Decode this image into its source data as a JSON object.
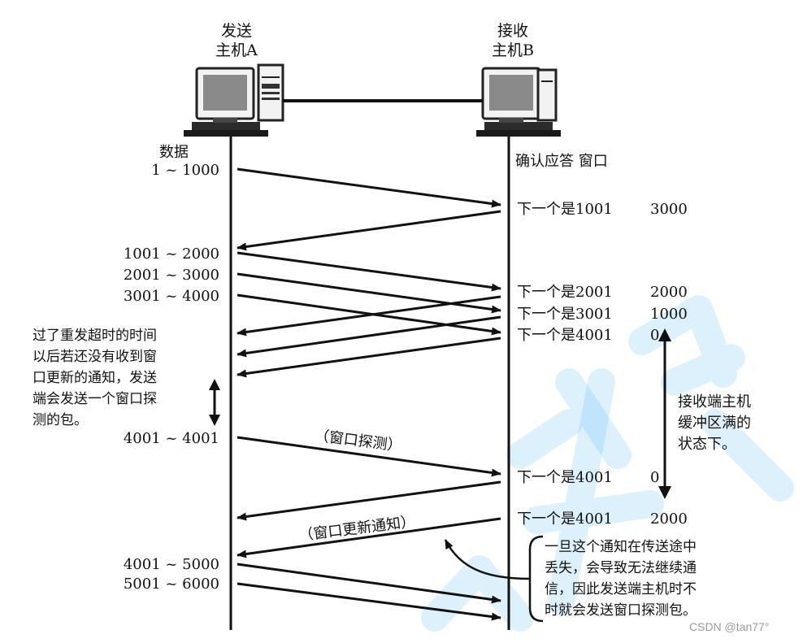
{
  "host_a": {
    "line1": "发送",
    "line2": "主机A"
  },
  "host_b": {
    "line1": "接收",
    "line2": "主机B"
  },
  "header": {
    "left": "数据",
    "right": "确认应答 窗口"
  },
  "data_labels": [
    "1 ~ 1000",
    "1001 ~ 2000",
    "2001 ~ 3000",
    "3001 ~ 4000",
    "4001 ~ 4001",
    "4001 ~ 5000",
    "5001 ~ 6000"
  ],
  "ack_labels": [
    {
      "ack": "下一个是1001",
      "window": "3000"
    },
    {
      "ack": "下一个是2001",
      "window": "2000"
    },
    {
      "ack": "下一个是3001",
      "window": "1000"
    },
    {
      "ack": "下一个是4001",
      "window": "0"
    },
    {
      "ack": "下一个是4001",
      "window": "0"
    },
    {
      "ack": "下一个是4001",
      "window": "2000"
    }
  ],
  "left_note": [
    "过了重发超时的时间",
    "以后若还没有收到窗",
    "口更新的通知，发送",
    "端会发送一个窗口探",
    "测的包。"
  ],
  "buffer_note": [
    "接收端主机",
    "缓冲区满的",
    "状态下。"
  ],
  "probe_label": "（窗口探测）",
  "update_label": "（窗口更新通知）",
  "loss_note": [
    "一旦这个通知在传送途中",
    "丢失，会导致无法继续通",
    "信，因此发送端主机时不",
    "时就会发送窗口探测包。"
  ],
  "watermark": "CSDN @tan77°",
  "colors": {
    "ink": "#111111",
    "watermark": "#29a8f0",
    "monitor": "#8a8a8a"
  }
}
